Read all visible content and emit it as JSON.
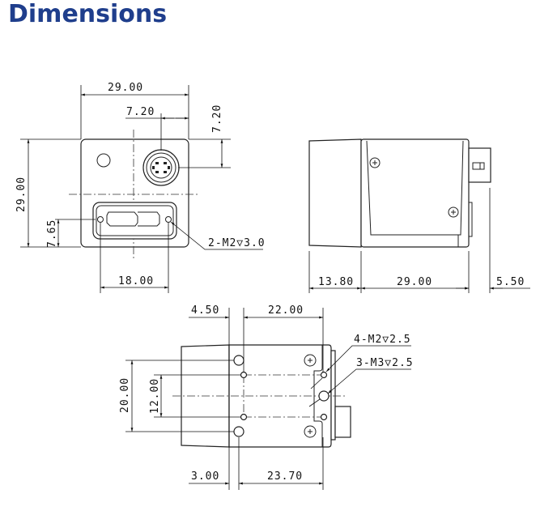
{
  "title": "Dimensions",
  "front_view": {
    "width": "29.00",
    "connector_offset_x": "7.20",
    "connector_offset_y": "7.20",
    "height": "29.00",
    "usb_screw_height": "7.65",
    "usb_screw_spacing": "18.00",
    "usb_screw_note": "2-M2▽3.0"
  },
  "side_view": {
    "lens_length": "13.80",
    "body_length": "29.00",
    "connector_length": "5.50"
  },
  "bottom_view": {
    "offset_top": "4.50",
    "spacing_top": "22.00",
    "offset_bottom": "3.00",
    "spacing_bottom": "23.70",
    "outer_holes": "20.00",
    "inner_holes": "12.00",
    "note_m2": "4-M2▽2.5",
    "note_m3": "3-M3▽2.5"
  }
}
